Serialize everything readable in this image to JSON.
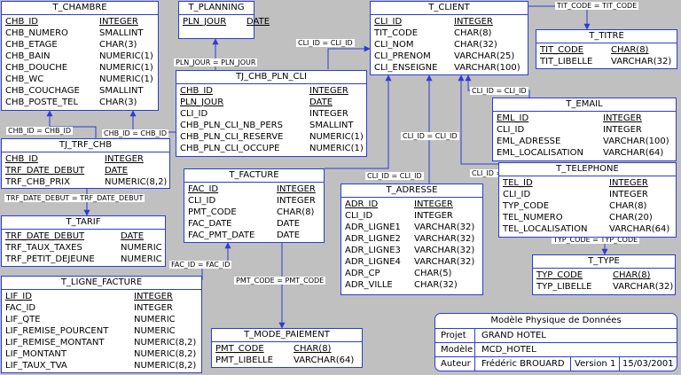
{
  "entities": {
    "t_chambre": {
      "name": "T_CHAMBRE",
      "rows": [
        {
          "n": "CHB_ID",
          "t": "INTEGER",
          "pk": true
        },
        {
          "n": "CHB_NUMERO",
          "t": "SMALLINT"
        },
        {
          "n": "CHB_ETAGE",
          "t": "CHAR(3)"
        },
        {
          "n": "CHB_BAIN",
          "t": "NUMERIC(1)"
        },
        {
          "n": "CHB_DOUCHE",
          "t": "NUMERIC(1)"
        },
        {
          "n": "CHB_WC",
          "t": "NUMERIC(1)"
        },
        {
          "n": "CHB_COUCHAGE",
          "t": "SMALLINT"
        },
        {
          "n": "CHB_POSTE_TEL",
          "t": "CHAR(3)"
        }
      ]
    },
    "t_planning": {
      "name": "T_PLANNING",
      "rows": [
        {
          "n": "PLN_JOUR",
          "t": "DATE",
          "pk": true
        }
      ]
    },
    "t_client": {
      "name": "T_CLIENT",
      "rows": [
        {
          "n": "CLI_ID",
          "t": "INTEGER",
          "pk": true
        },
        {
          "n": "TIT_CODE",
          "t": "CHAR(8)"
        },
        {
          "n": "CLI_NOM",
          "t": "CHAR(32)"
        },
        {
          "n": "CLI_PRENOM",
          "t": "VARCHAR(25)"
        },
        {
          "n": "CLI_ENSEIGNE",
          "t": "VARCHAR(100)"
        }
      ]
    },
    "t_titre": {
      "name": "T_TITRE",
      "rows": [
        {
          "n": "TIT_CODE",
          "t": "CHAR(8)",
          "pk": true
        },
        {
          "n": "TIT_LIBELLE",
          "t": "VARCHAR(32)"
        }
      ]
    },
    "tj_chb_pln_cli": {
      "name": "TJ_CHB_PLN_CLI",
      "rows": [
        {
          "n": "CHB_ID",
          "t": "INTEGER",
          "pk": true
        },
        {
          "n": "PLN_JOUR",
          "t": "DATE",
          "pk": true
        },
        {
          "n": "CLI_ID",
          "t": "INTEGER"
        },
        {
          "n": "CHB_PLN_CLI_NB_PERS",
          "t": "SMALLINT"
        },
        {
          "n": "CHB_PLN_CLI_RESERVE",
          "t": "NUMERIC(1)"
        },
        {
          "n": "CHB_PLN_CLI_OCCUPE",
          "t": "NUMERIC(1)"
        }
      ]
    },
    "t_email": {
      "name": "T_EMAIL",
      "rows": [
        {
          "n": "EML_ID",
          "t": "INTEGER",
          "pk": true
        },
        {
          "n": "CLI_ID",
          "t": "INTEGER"
        },
        {
          "n": "EML_ADRESSE",
          "t": "VARCHAR(100)"
        },
        {
          "n": "EML_LOCALISATION",
          "t": "VARCHAR(64)"
        }
      ]
    },
    "tj_trf_chb": {
      "name": "TJ_TRF_CHB",
      "rows": [
        {
          "n": "CHB_ID",
          "t": "INTEGER",
          "pk": true
        },
        {
          "n": "TRF_DATE_DEBUT",
          "t": "DATE",
          "pk": true
        },
        {
          "n": "TRF_CHB_PRIX",
          "t": "NUMERIC(8,2)"
        }
      ]
    },
    "t_facture": {
      "name": "T_FACTURE",
      "rows": [
        {
          "n": "FAC_ID",
          "t": "INTEGER",
          "pk": true
        },
        {
          "n": "CLI_ID",
          "t": "INTEGER"
        },
        {
          "n": "PMT_CODE",
          "t": "CHAR(8)"
        },
        {
          "n": "FAC_DATE",
          "t": "DATE"
        },
        {
          "n": "FAC_PMT_DATE",
          "t": "DATE"
        }
      ]
    },
    "t_telephone": {
      "name": "T_TELEPHONE",
      "rows": [
        {
          "n": "TEL_ID",
          "t": "INTEGER",
          "pk": true
        },
        {
          "n": "CLI_ID",
          "t": "INTEGER"
        },
        {
          "n": "TYP_CODE",
          "t": "CHAR(8)"
        },
        {
          "n": "TEL_NUMERO",
          "t": "CHAR(20)"
        },
        {
          "n": "TEL_LOCALISATION",
          "t": "VARCHAR(64)"
        }
      ]
    },
    "t_adresse": {
      "name": "T_ADRESSE",
      "rows": [
        {
          "n": "ADR_ID",
          "t": "INTEGER",
          "pk": true
        },
        {
          "n": "CLI_ID",
          "t": "INTEGER"
        },
        {
          "n": "ADR_LIGNE1",
          "t": "VARCHAR(32)"
        },
        {
          "n": "ADR_LIGNE2",
          "t": "VARCHAR(32)"
        },
        {
          "n": "ADR_LIGNE3",
          "t": "VARCHAR(32)"
        },
        {
          "n": "ADR_LIGNE4",
          "t": "VARCHAR(32)"
        },
        {
          "n": "ADR_CP",
          "t": "CHAR(5)"
        },
        {
          "n": "ADR_VILLE",
          "t": "CHAR(32)"
        }
      ]
    },
    "t_tarif": {
      "name": "T_TARIF",
      "rows": [
        {
          "n": "TRF_DATE_DEBUT",
          "t": "DATE",
          "pk": true
        },
        {
          "n": "TRF_TAUX_TAXES",
          "t": "NUMERIC"
        },
        {
          "n": "TRF_PETIT_DEJEUNE",
          "t": "NUMERIC"
        }
      ]
    },
    "t_type": {
      "name": "T_TYPE",
      "rows": [
        {
          "n": "TYP_CODE",
          "t": "CHAR(8)",
          "pk": true
        },
        {
          "n": "TYP_LIBELLE",
          "t": "VARCHAR(32)"
        }
      ]
    },
    "t_ligne_facture": {
      "name": "T_LIGNE_FACTURE",
      "rows": [
        {
          "n": "LIF_ID",
          "t": "INTEGER",
          "pk": true
        },
        {
          "n": "FAC_ID",
          "t": "INTEGER"
        },
        {
          "n": "LIF_QTE",
          "t": "NUMERIC"
        },
        {
          "n": "LIF_REMISE_POURCENT",
          "t": "NUMERIC"
        },
        {
          "n": "LIF_REMISE_MONTANT",
          "t": "NUMERIC(8,2)"
        },
        {
          "n": "LIF_MONTANT",
          "t": "NUMERIC(8,2)"
        },
        {
          "n": "LIF_TAUX_TVA",
          "t": "NUMERIC(8,2)"
        }
      ]
    },
    "t_mode_paiement": {
      "name": "T_MODE_PAIEMENT",
      "rows": [
        {
          "n": "PMT_CODE",
          "t": "CHAR(8)",
          "pk": true
        },
        {
          "n": "PMT_LIBELLE",
          "t": "VARCHAR(64)"
        }
      ]
    }
  },
  "links": [
    {
      "id": "tit",
      "label": "TIT_CODE = TIT_CODE"
    },
    {
      "id": "cli_tj",
      "label": "CLI_ID = CLI_ID"
    },
    {
      "id": "pln",
      "label": "PLN_JOUR = PLN_JOUR"
    },
    {
      "id": "chb1",
      "label": "CHB_ID = CHB_ID"
    },
    {
      "id": "chb2",
      "label": "CHB_ID = CHB_ID"
    },
    {
      "id": "cli_eml",
      "label": "CLI_ID = CLI_ID"
    },
    {
      "id": "cli_adr",
      "label": "CLI_ID = CLI_ID"
    },
    {
      "id": "cli_fac",
      "label": "CLI_ID = CLI_ID"
    },
    {
      "id": "cli_tel",
      "label": "CLI_ID = CLI_ID"
    },
    {
      "id": "trf",
      "label": "TRF_DATE_DEBUT = TRF_DATE_DEBUT"
    },
    {
      "id": "typ",
      "label": "TYP_CODE = TYP_CODE"
    },
    {
      "id": "fac",
      "label": "FAC_ID = FAC_ID"
    },
    {
      "id": "pmt",
      "label": "PMT_CODE = PMT_CODE"
    }
  ],
  "legend": {
    "title": "Modèle Physique de Données",
    "projet_label": "Projet",
    "projet_value": "GRAND HOTEL",
    "modele_label": "Modèle",
    "modele_value": "MCD_HOTEL",
    "auteur_label": "Auteur",
    "auteur_value": "Frédéric BROUARD",
    "version": "Version 1",
    "date": "15/03/2001"
  },
  "colors": {
    "background": "#c0c0c0",
    "line": "#2b3dd1"
  }
}
